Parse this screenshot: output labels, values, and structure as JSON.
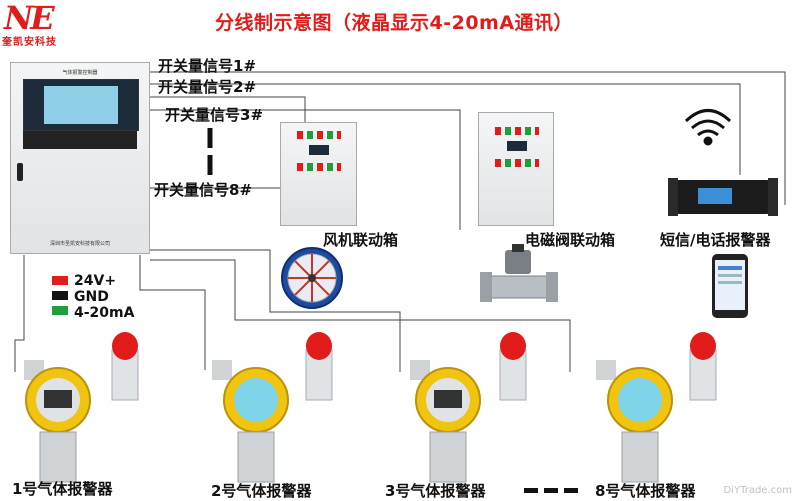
{
  "logo": {
    "mark": "NE",
    "company": "奎凯安科技"
  },
  "title": "分线制示意图（液晶显示4-20mA通讯）",
  "controller": {
    "header": "气体报警控制器",
    "footer": "深圳市圣凯安科技有限公司"
  },
  "signals": [
    "开关量信号1#",
    "开关量信号2#",
    "开关量信号3#",
    "开关量信号8#"
  ],
  "devices": {
    "fan_box": "风机联动箱",
    "valve_box": "电磁阀联动箱",
    "sms_alarm": "短信/电话报警器"
  },
  "legend": [
    {
      "label": "24V+",
      "color": "#e11d1d"
    },
    {
      "label": "GND",
      "color": "#111111"
    },
    {
      "label": "4-20mA",
      "color": "#1f9e3a"
    }
  ],
  "detectors": [
    "1号气体报警器",
    "2号气体报警器",
    "3号气体报警器",
    "8号气体报警器"
  ],
  "watermark": "DiYTrade.com",
  "colors": {
    "cabinet_light": "#e21b1b",
    "cabinet_door": "#e9ebed",
    "detector_yellow": "#f1c40f",
    "lcd": "#7fd3e8"
  }
}
